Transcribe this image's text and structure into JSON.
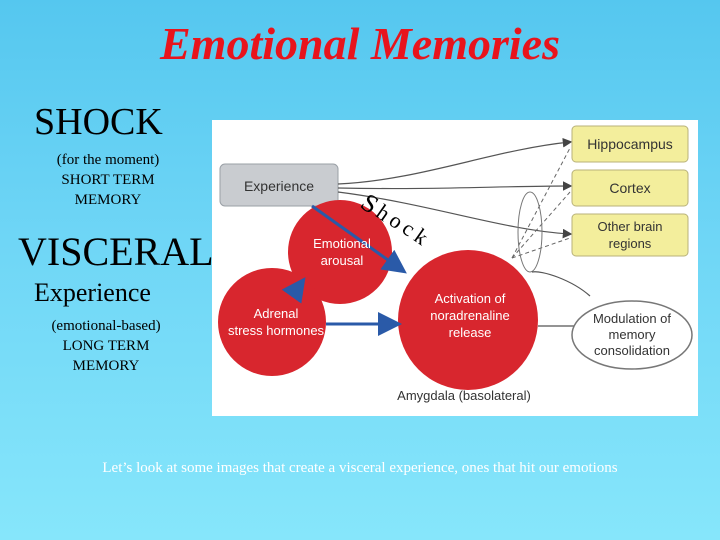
{
  "slide": {
    "title": "Emotional Memories",
    "left_column": {
      "shock_heading": "SHOCK",
      "shock_note": "(for the moment)",
      "shock_memory_line1": "SHORT TERM",
      "shock_memory_line2": "MEMORY",
      "visceral_heading": "VISCERAL",
      "experience_heading": "Experience",
      "visceral_note": "(emotional-based)",
      "visceral_memory_line1": "LONG TERM",
      "visceral_memory_line2": "MEMORY"
    },
    "shock_overlay_letters": [
      "S",
      "h",
      "o",
      "c",
      "k"
    ],
    "caption": "Let’s look at some images that create a visceral experience, ones that hit our emotions"
  },
  "diagram": {
    "experience_box": "Experience",
    "emotional_arousal_line1": "Emotional",
    "emotional_arousal_line2": "arousal",
    "adrenal_line1": "Adrenal",
    "adrenal_line2": "stress hormones",
    "activation_line1": "Activation of",
    "activation_line2": "noradrenaline",
    "activation_line3": "release",
    "hippocampus": "Hippocampus",
    "cortex": "Cortex",
    "other_line1": "Other brain",
    "other_line2": "regions",
    "modulation_line1": "Modulation of",
    "modulation_line2": "memory",
    "modulation_line3": "consolidation",
    "amygdala_label": "Amygdala (basolateral)"
  },
  "colors": {
    "title_red": "#e8141c",
    "node_red": "#d8262e",
    "box_gray": "#c9ccd0",
    "region_yellow": "#f3ee9c",
    "arrow_blue": "#2a5aa8"
  }
}
